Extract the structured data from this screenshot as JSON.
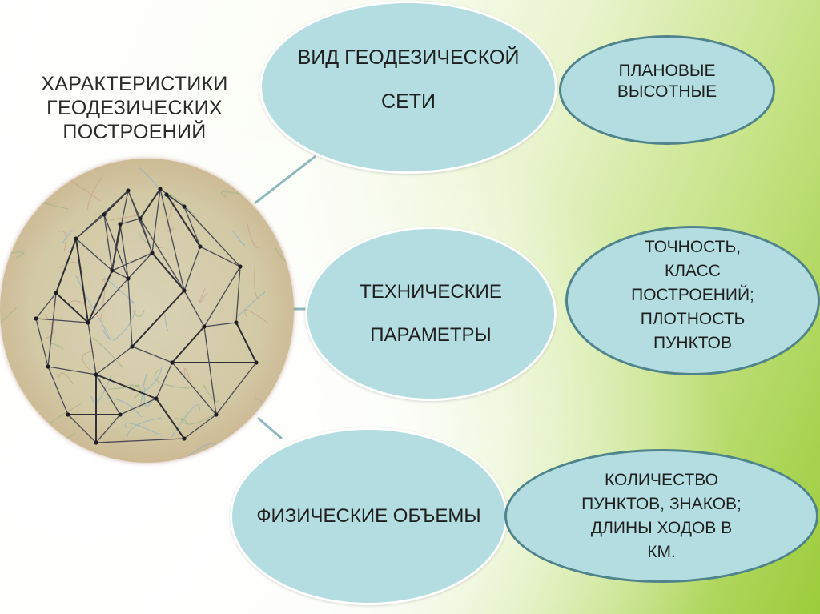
{
  "title_lines": [
    "ХАРАКТЕРИСТИКИ",
    "ГЕОДЕЗИЧЕСКИХ",
    "ПОСТРОЕНИЙ"
  ],
  "nodes": {
    "vid": [
      "ВИД ГЕОДЕЗИЧЕСКОЙ",
      "СЕТИ"
    ],
    "tech": [
      "ТЕХНИЧЕСКИЕ",
      "ПАРАМЕТРЫ"
    ],
    "phys": [
      "ФИЗИЧЕСКИЕ ОБЪЕМЫ"
    ]
  },
  "details": {
    "plan": [
      "ПЛАНОВЫЕ",
      "ВЫСОТНЫЕ"
    ],
    "tochn": [
      "ТОЧНОСТЬ,",
      "КЛАСС",
      "ПОСТРОЕНИЙ;",
      "ПЛОТНОСТЬ",
      "ПУНКТОВ"
    ],
    "kol": [
      "КОЛИЧЕСТВО",
      "ПУНКТОВ, ЗНАКОВ;",
      "ДЛИНЫ ХОДОВ В",
      "КМ."
    ]
  },
  "colors": {
    "bubble_fill": "#b3dde0",
    "detail_border": "#4f848c",
    "connector": "#8fb8bc",
    "map_rim": "#b8563c"
  }
}
